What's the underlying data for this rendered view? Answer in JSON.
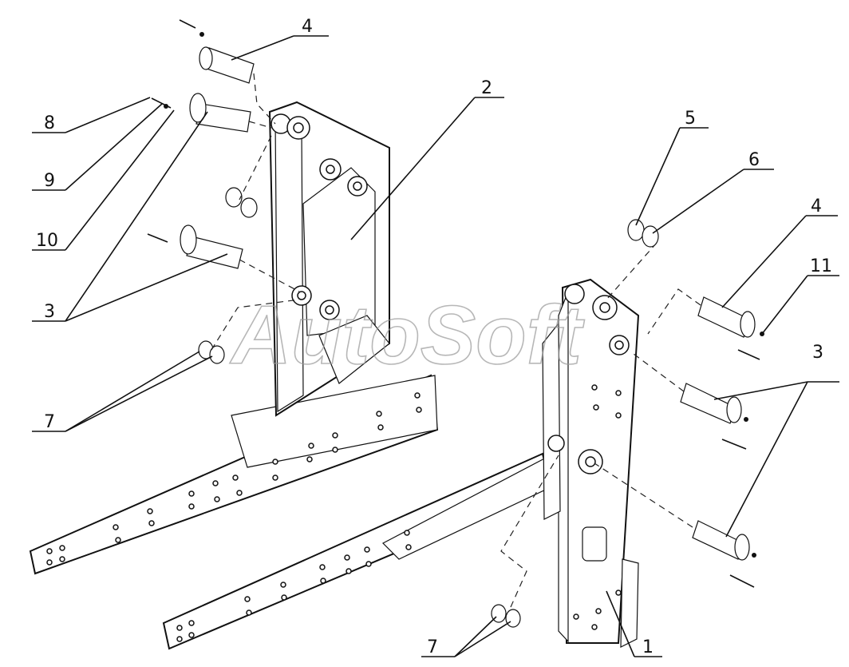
{
  "watermark": "AutoSoft",
  "callouts": [
    "1",
    "2",
    "3",
    "3",
    "4",
    "4",
    "5",
    "6",
    "7",
    "7",
    "8",
    "9",
    "10",
    "11"
  ]
}
